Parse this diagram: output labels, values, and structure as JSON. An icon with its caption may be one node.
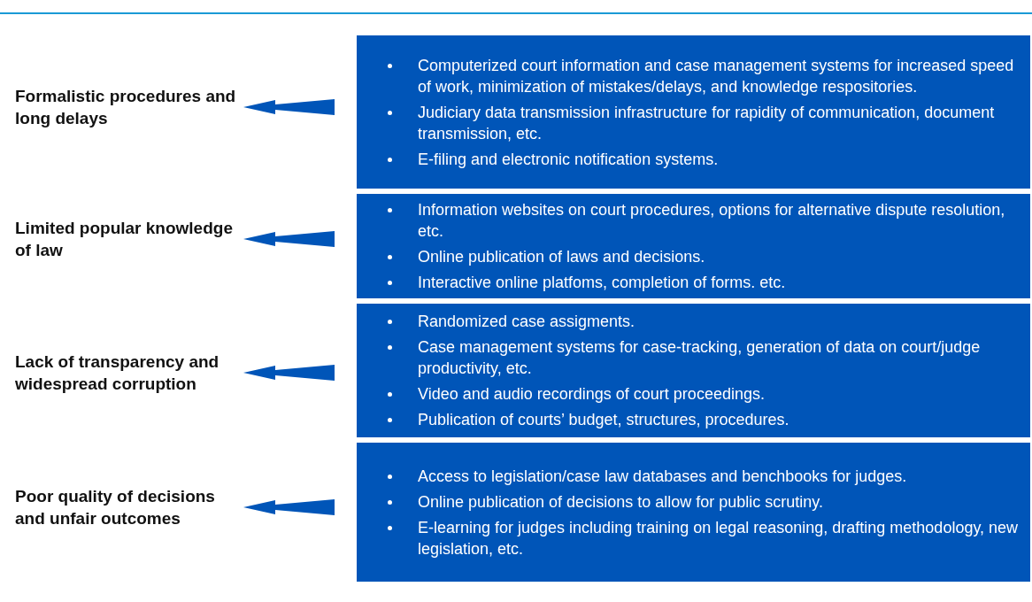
{
  "diagram": {
    "nodes": [
      {
        "text": [
          "Formalistic procedures and long delays"
        ]
      },
      {
        "text": [
          "Computerized court information and case management systems for increased speed of work, minimization of mistakes/delays, and knowledge respositories.",
          "Judiciary data transmission infrastructure for rapidity of communication, document transmission, etc.",
          "E-filing and electronic notification systems."
        ]
      },
      {
        "text": [
          "Limited popular knowledge of law"
        ]
      },
      {
        "text": [
          "Information websites on court procedures, options for alternative dispute resolution, etc.",
          "Online publication of laws and decisions.",
          "Interactive online platfoms, completion of forms. etc."
        ]
      },
      {
        "text": [
          "Lack of transparency and widespread corruption"
        ]
      },
      {
        "text": [
          "Randomized case assigments.",
          "Case management systems for case-tracking, generation of data on court/judge productivity, etc.",
          "Video and audio recordings of court proceedings.",
          "Publication of courts’ budget, structures, procedures."
        ]
      },
      {
        "text": [
          "Poor quality of decisions and unfair outcomes"
        ]
      },
      {
        "text": [
          "Access to legislation/case law databases and benchbooks for judges.",
          "Online publication of decisions to allow for public scrutiny.",
          "E-learning for judges including training on legal reasoning, drafting methodology, new legislation, etc."
        ]
      }
    ],
    "edges": [
      {
        "from": 1,
        "to": 0,
        "arrow": "to"
      },
      {
        "from": 3,
        "to": 2,
        "arrow": "to"
      },
      {
        "from": 5,
        "to": 4,
        "arrow": "to"
      },
      {
        "from": 7,
        "to": 6,
        "arrow": "to"
      }
    ]
  }
}
